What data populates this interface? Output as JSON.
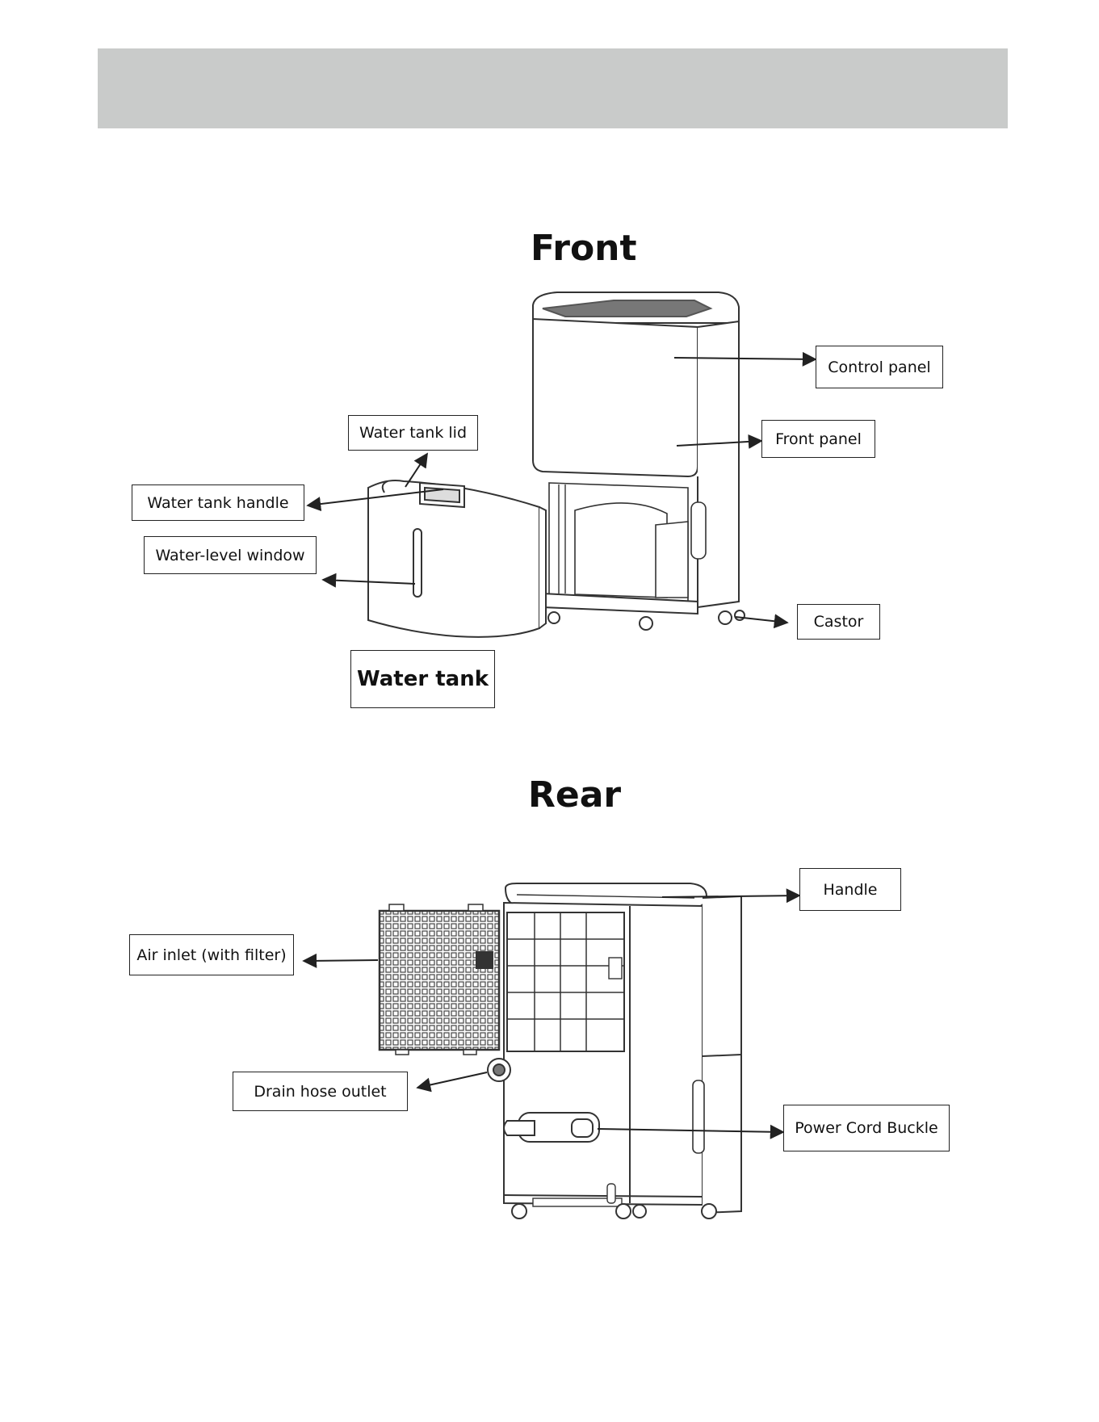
{
  "front": {
    "title": "Front",
    "labels": {
      "control_panel": "Control panel",
      "front_panel": "Front panel",
      "water_tank_lid": "Water tank lid",
      "water_tank_handle": "Water tank handle",
      "water_level_window": "Water-level window",
      "castor": "Castor",
      "water_tank": "Water tank"
    }
  },
  "rear": {
    "title": "Rear",
    "labels": {
      "handle": "Handle",
      "air_inlet": "Air inlet (with filter)",
      "drain_hose_outlet": "Drain hose outlet",
      "power_cord_buckle": "Power Cord Buckle"
    }
  },
  "colors": {
    "header_band": "#c9cbca",
    "line": "#222222"
  }
}
